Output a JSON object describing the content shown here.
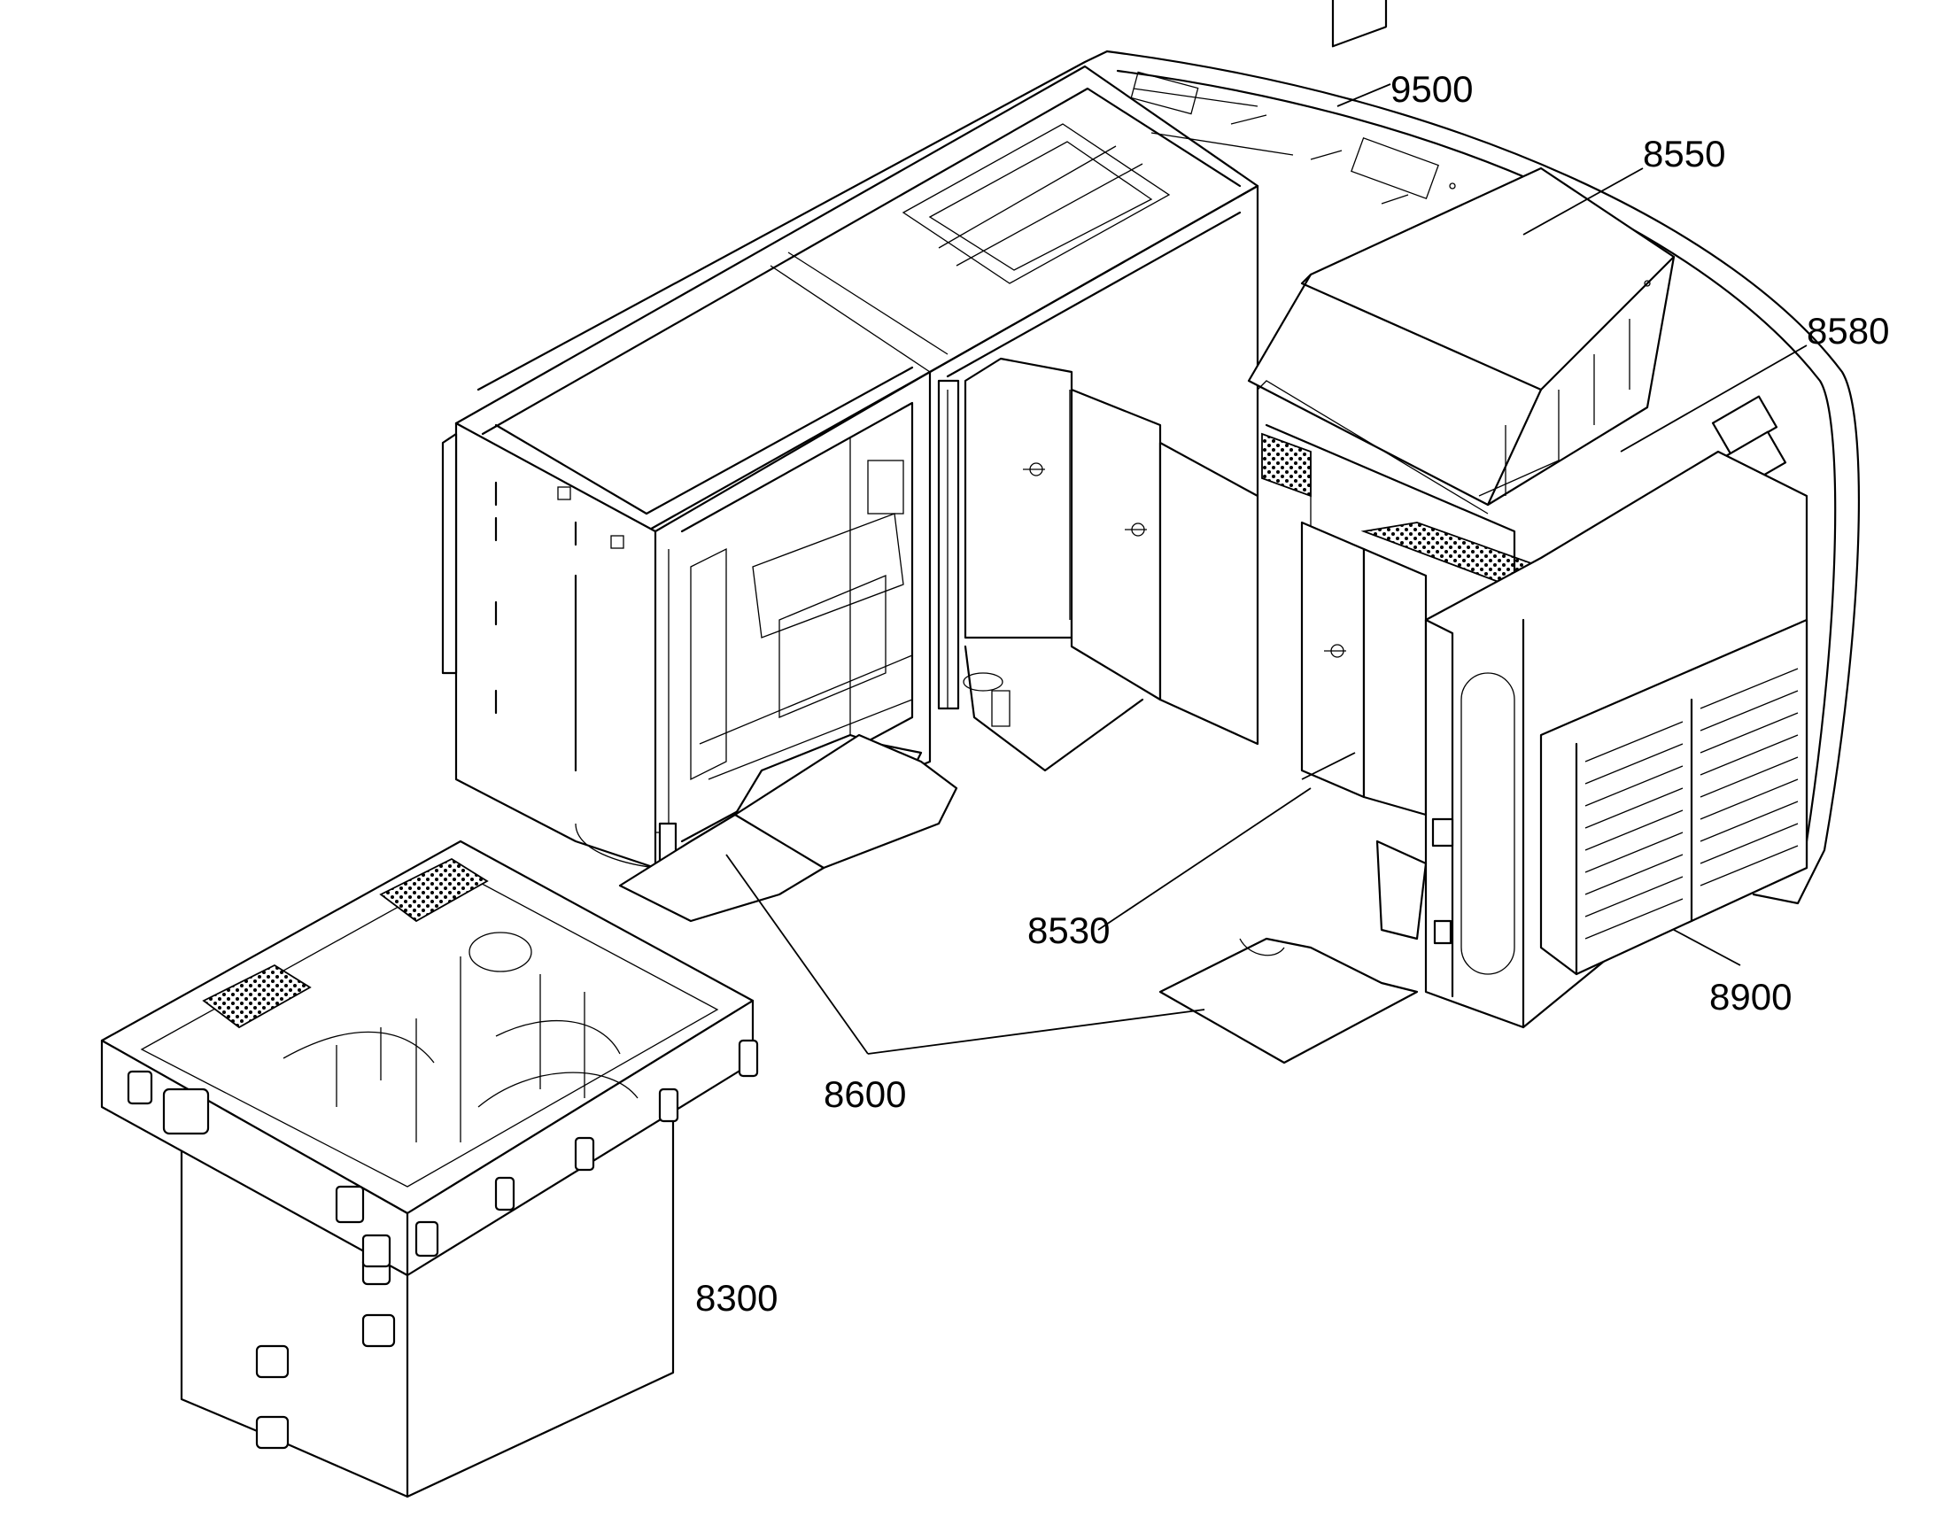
{
  "callouts": {
    "c9500": "9500",
    "c8550": "8550",
    "c8580": "8580",
    "c8530": "8530",
    "c8900": "8900",
    "c8600": "8600",
    "c8300": "8300"
  }
}
